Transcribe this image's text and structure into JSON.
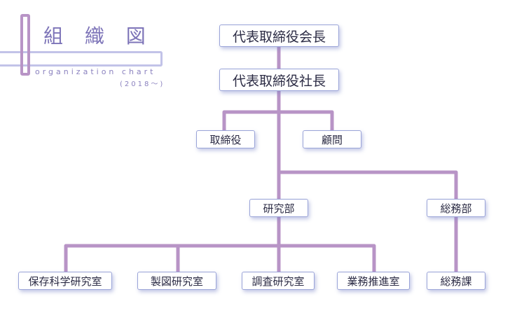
{
  "header": {
    "title": "組 織 図",
    "subtitle": "organization chart",
    "year": "(2018～)"
  },
  "colors": {
    "line": "#b894c6",
    "box_border": "#9aa4d8",
    "title": "#7d74b8"
  },
  "nodes": {
    "chairman": "代表取締役会長",
    "president": "代表取締役社長",
    "director": "取締役",
    "advisor": "顧問",
    "research": "研究部",
    "general": "総務部",
    "preservation_lab": "保存科学研究室",
    "drafting_lab": "製図研究室",
    "survey_lab": "調査研究室",
    "business_office": "業務推進室",
    "general_section": "総務課"
  }
}
